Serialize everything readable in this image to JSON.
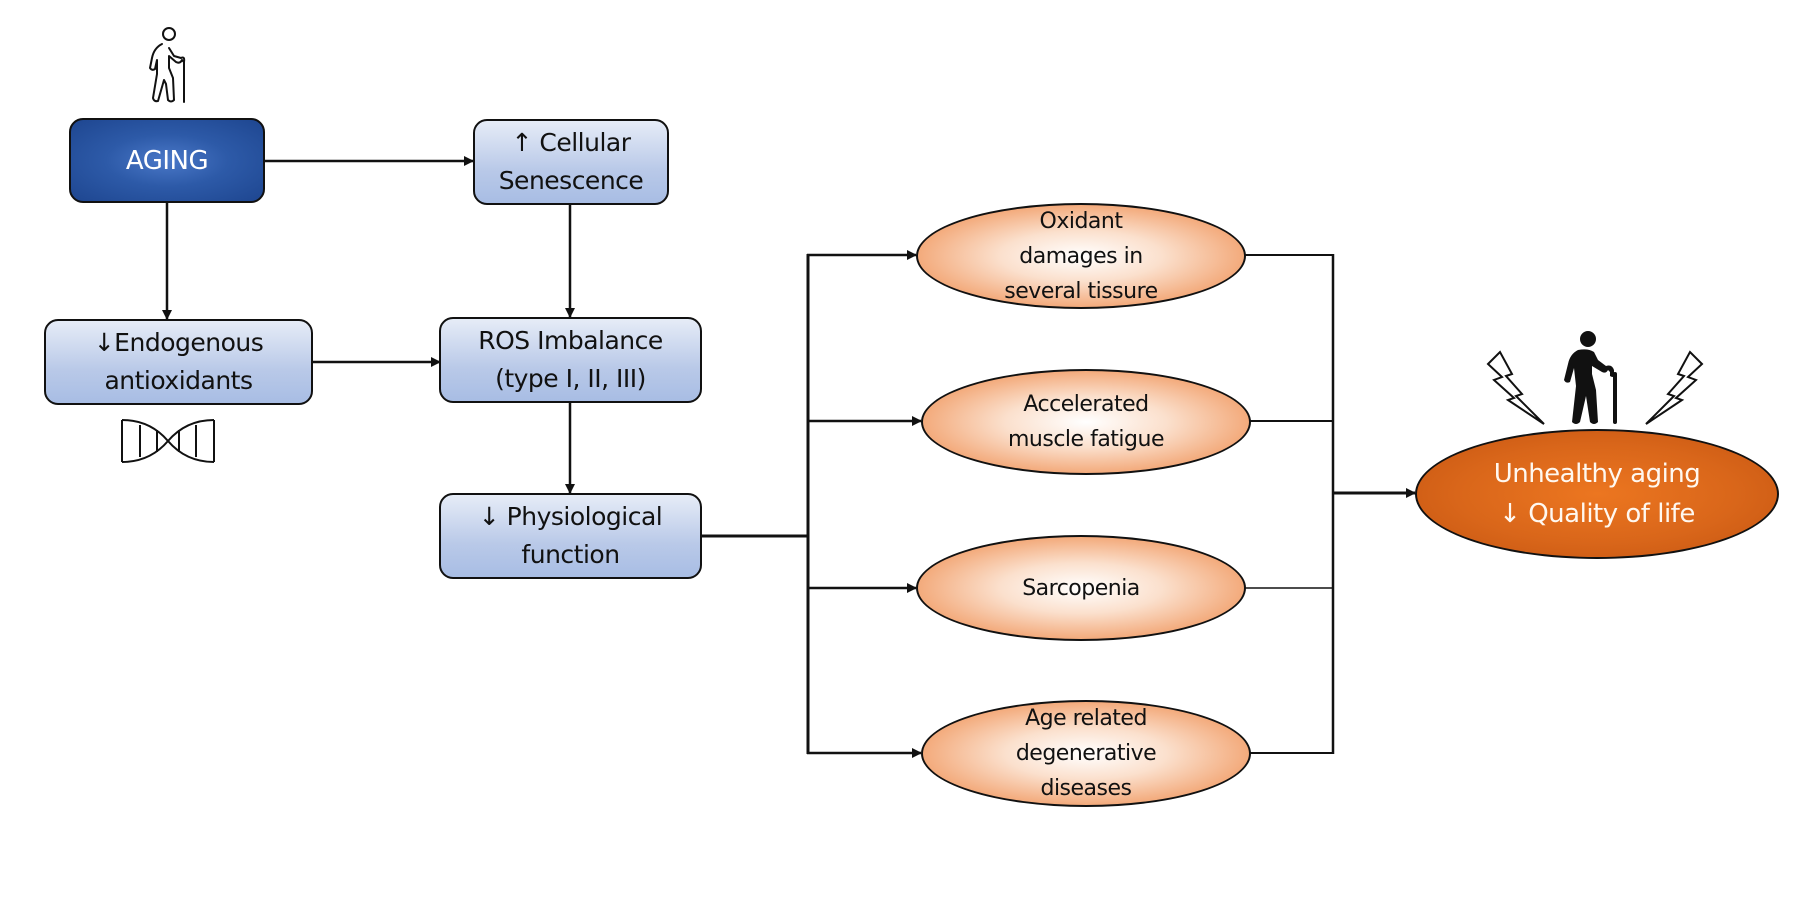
{
  "diagram": {
    "nodes": {
      "aging": {
        "label": "AGING"
      },
      "cellular_senescence": {
        "label": "↑ Cellular\nSenescence"
      },
      "endogenous_antioxidants": {
        "label": "↓Endogenous\nantioxidants"
      },
      "ros_imbalance": {
        "label": "ROS Imbalance\n(type I, II, III)"
      },
      "physiological_function": {
        "label": "↓ Physiological\nfunction"
      },
      "oxidant_damages": {
        "label": "Oxidant\ndamages in\nseveral tissure"
      },
      "muscle_fatigue": {
        "label": "Accelerated\nmuscle fatigue"
      },
      "sarcopenia": {
        "label": "Sarcopenia"
      },
      "degenerative_diseases": {
        "label": "Age related\ndegenerative\ndiseases"
      },
      "unhealthy_aging": {
        "label": "Unhealthy aging\n↓ Quality of life"
      }
    },
    "edges": [
      {
        "from": "aging",
        "to": "cellular_senescence"
      },
      {
        "from": "aging",
        "to": "endogenous_antioxidants"
      },
      {
        "from": "cellular_senescence",
        "to": "ros_imbalance"
      },
      {
        "from": "endogenous_antioxidants",
        "to": "ros_imbalance"
      },
      {
        "from": "ros_imbalance",
        "to": "physiological_function"
      },
      {
        "from": "physiological_function",
        "to": "oxidant_damages"
      },
      {
        "from": "physiological_function",
        "to": "muscle_fatigue"
      },
      {
        "from": "physiological_function",
        "to": "sarcopenia"
      },
      {
        "from": "physiological_function",
        "to": "degenerative_diseases"
      },
      {
        "from": "oxidant_damages",
        "to": "unhealthy_aging"
      },
      {
        "from": "muscle_fatigue",
        "to": "unhealthy_aging"
      },
      {
        "from": "sarcopenia",
        "to": "unhealthy_aging"
      },
      {
        "from": "degenerative_diseases",
        "to": "unhealthy_aging"
      }
    ],
    "icons": {
      "elderly_outline": "elderly-person-with-cane-outline",
      "dna": "dna-double-helix",
      "elderly_solid": "elderly-person-with-cane-solid",
      "lightning": "lightning-bolt"
    },
    "colors": {
      "aging_box": "#2d5aa8",
      "light_box": "#b9c9e8",
      "outcome_ellipse": "#ec8a4c",
      "final_ellipse": "#d9661a",
      "line": "#111111"
    }
  }
}
